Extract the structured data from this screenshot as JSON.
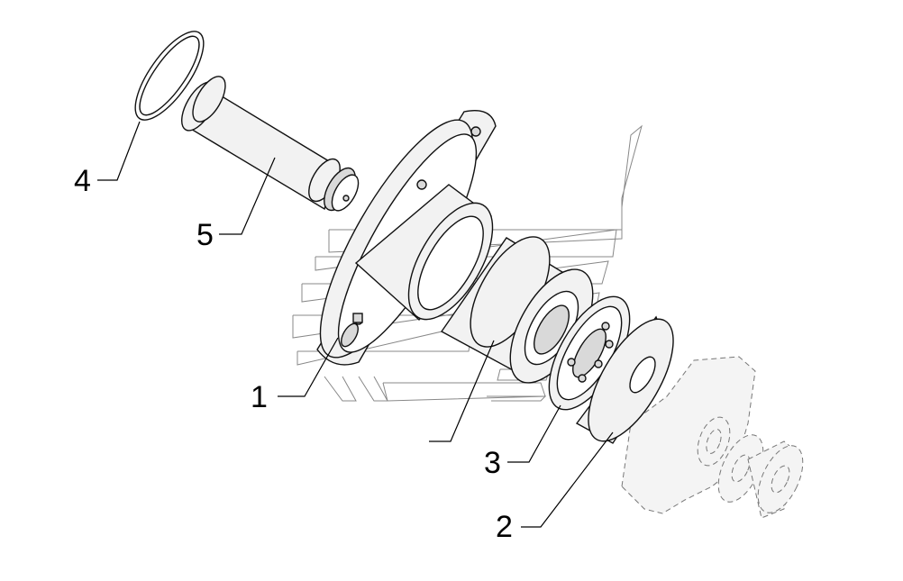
{
  "callouts": {
    "c1": "1",
    "c2": "2",
    "c3": "3",
    "c4": "4",
    "c5": "5"
  },
  "colors": {
    "background": "#ffffff",
    "line": "#111111",
    "part_fill": "#f2f2f2",
    "watermark": "#888888"
  }
}
